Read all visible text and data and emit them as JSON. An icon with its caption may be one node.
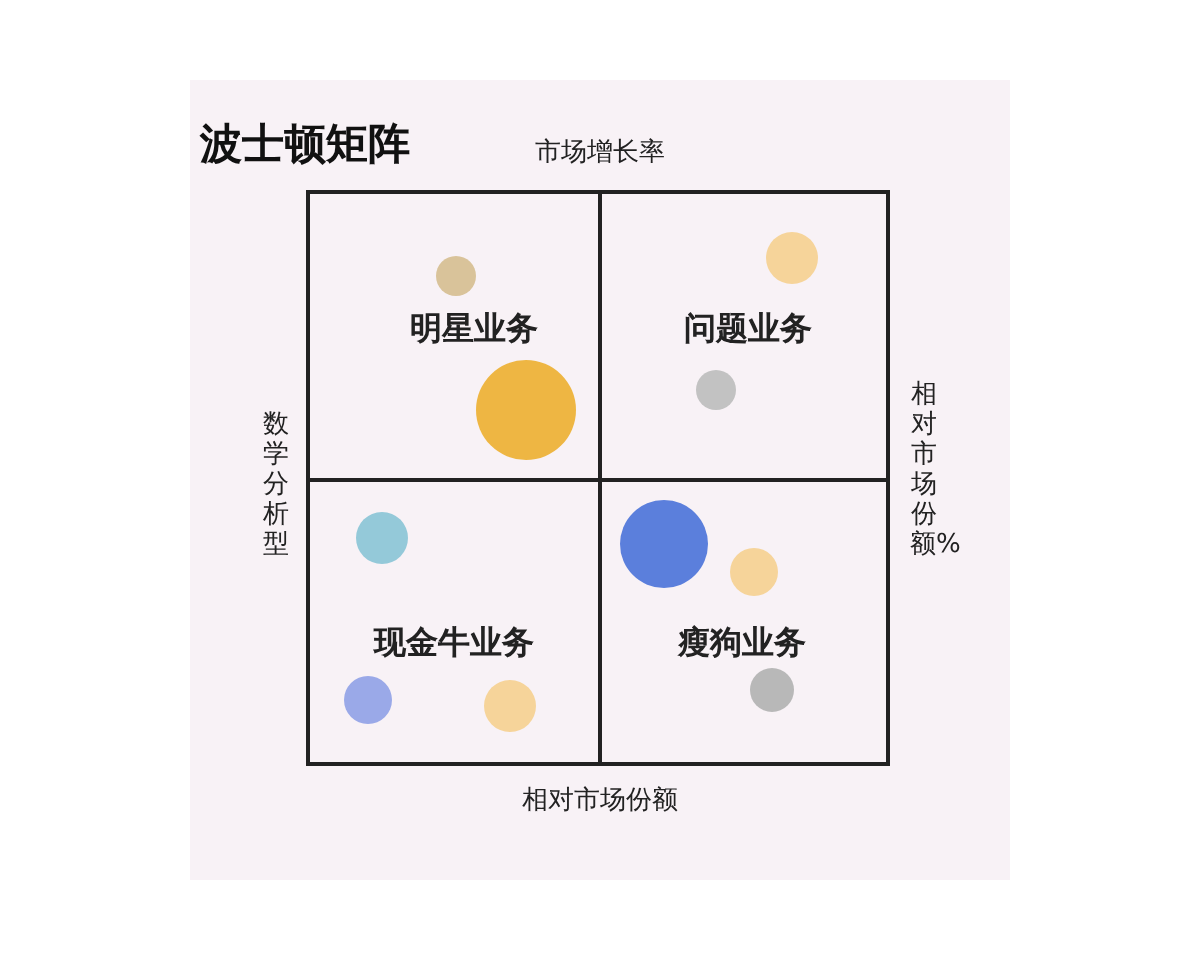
{
  "diagram": {
    "title": "波士顿矩阵",
    "nodes": [
      {
        "text": [
          "明星业务"
        ]
      },
      {
        "text": [
          "问题业务"
        ]
      },
      {
        "text": [
          "现金牛业务"
        ]
      },
      {
        "text": [
          "瘦狗业务"
        ]
      }
    ],
    "edges": [],
    "labels": [
      "市场增长率",
      "数学分析型",
      "相对市场份额%",
      "相对市场份额"
    ]
  }
}
